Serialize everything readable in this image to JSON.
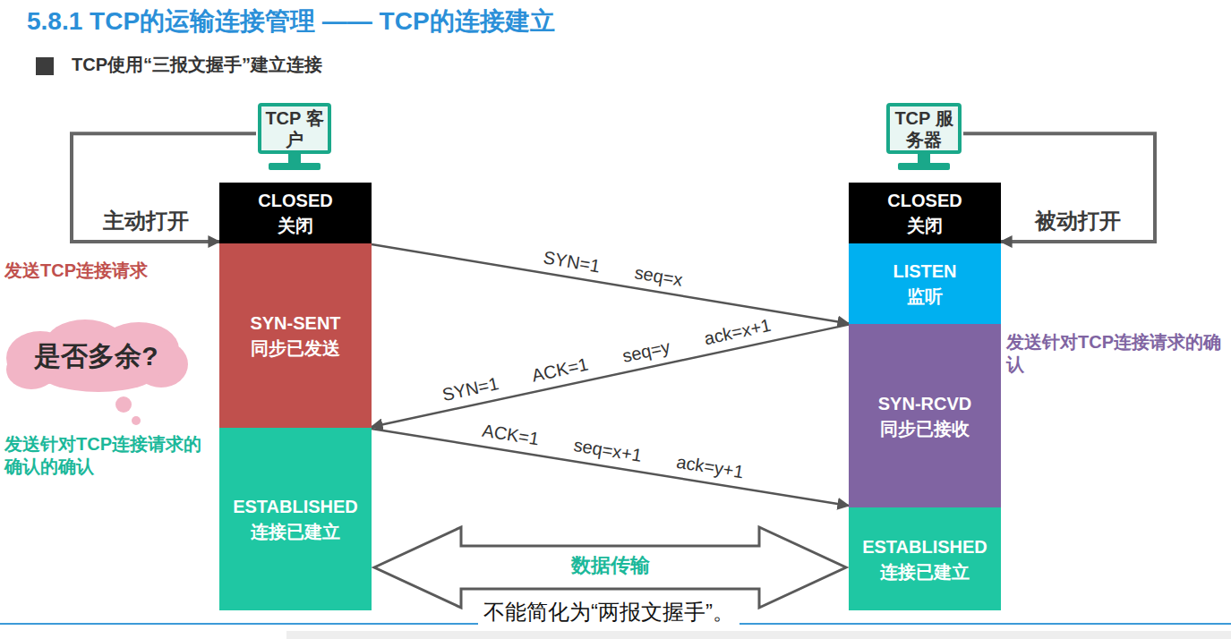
{
  "diagram": {
    "title": "5.8.1 TCP的运输连接管理 —— TCP的连接建立",
    "caption": "不能简化为“两报文握手”。",
    "nodes": [
      {
        "text": [
          "TCP 客户"
        ]
      },
      {
        "text": [
          "TCP 服务器"
        ]
      },
      {
        "text": [
          "CLOSED",
          "关闭"
        ]
      },
      {
        "text": [
          "CLOSED",
          "关闭"
        ]
      },
      {
        "text": [
          "LISTEN",
          "监听"
        ]
      },
      {
        "text": [
          "是否多余?"
        ]
      },
      {
        "text": [
          "SYN-SENT",
          "同步已发送"
        ]
      },
      {
        "text": [
          "SYN-RCVD",
          "同步已接收"
        ]
      },
      {
        "text": [
          "ESTABLISHED",
          "连接已建立"
        ]
      },
      {
        "text": [
          "ESTABLISHED",
          "连接已建立"
        ]
      }
    ],
    "edges": [
      {
        "from": 0,
        "to": 2,
        "arrow": "to",
        "label": "主动打开"
      },
      {
        "from": 1,
        "to": 3,
        "arrow": "to",
        "label": "被动打开"
      },
      {
        "from": 6,
        "to": 4,
        "arrow": "to",
        "label": "SYN=1 seq=x"
      },
      {
        "from": 7,
        "to": 6,
        "arrow": "to",
        "label": "SYN=1 ACK=1 seq=y ack=x+1"
      },
      {
        "from": 8,
        "to": 7,
        "arrow": "to",
        "label": "ACK=1 seq=x+1 ack=y+1"
      },
      {
        "from": 8,
        "to": 9,
        "arrow": "both",
        "label": "数据传输"
      }
    ],
    "labels": [
      "TCP使用“三报文握手”建立连接",
      "发送TCP连接请求",
      "发送针对TCP连接请求的确认的确认",
      "发送针对TCP连接请求的确认"
    ]
  }
}
